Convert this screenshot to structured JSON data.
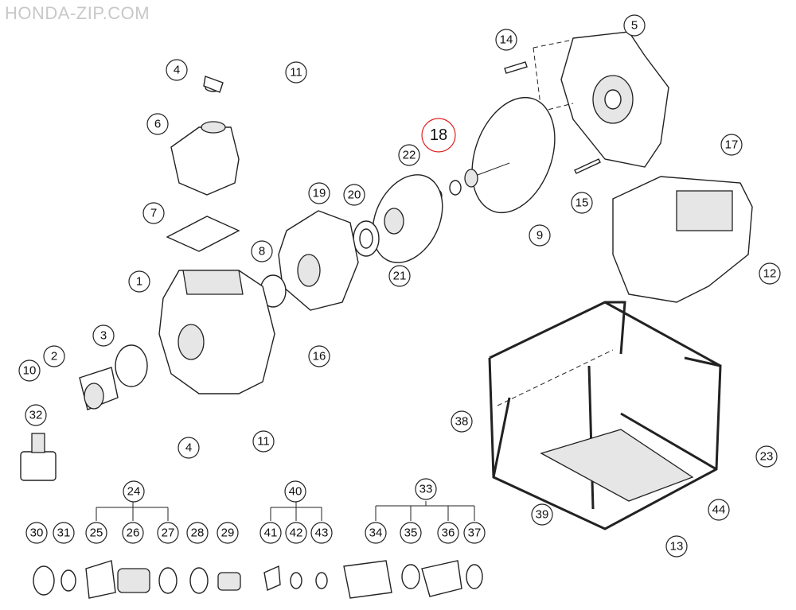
{
  "watermark": "HONDA-ZIP.COM",
  "highlight_color": "#e02020",
  "highlighted_part": "18",
  "callouts": [
    "14",
    "5",
    "4",
    "11",
    "6",
    "18",
    "22",
    "17",
    "19",
    "20",
    "15",
    "7",
    "9",
    "8",
    "21",
    "1",
    "12",
    "3",
    "16",
    "2",
    "10",
    "32",
    "38",
    "4",
    "11",
    "23",
    "24",
    "40",
    "33",
    "30",
    "31",
    "25",
    "26",
    "27",
    "28",
    "29",
    "41",
    "42",
    "43",
    "34",
    "35",
    "36",
    "37",
    "39",
    "44",
    "13"
  ]
}
